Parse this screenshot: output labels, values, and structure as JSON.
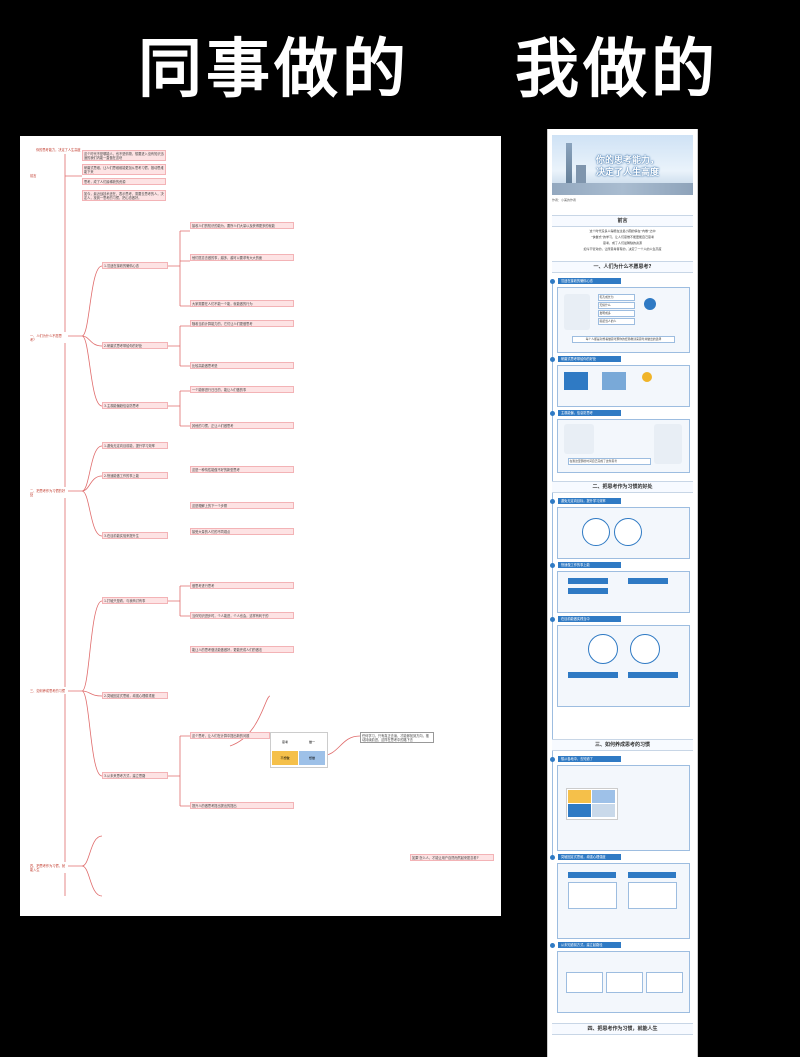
{
  "headline": {
    "left": "同事做的",
    "right": "我做的"
  },
  "mindmap": {
    "root": "你的思考能力，决定了人生高度",
    "top_branches": [
      "前言",
      "一、人们为什么不愿思考?",
      "二、把思考作为习惯的好处",
      "三、如何养成思考的习惯",
      "四、把思考作为习惯，就能入生"
    ],
    "sub_branches": [
      "1.沉迷在接收的懒惰心态",
      "2.研磨式思考带给你的好处",
      "3.主观能偏趋信息防思考",
      "1.避免无定向目前能，提升学习效率",
      "2.快速能做工作的事上能",
      "3.在目前能实验来提升生",
      "1.打破只是看，与我商讨有事",
      "2.突破固定式思维，增强心理稳重度",
      "3.从未来思考方式，建立思路"
    ],
    "notes": [
      "这个时代不是哪能人，也不是惰物，想要进入没有知识迅速的我们内能一直做在这块",
      "研磨式思维，让人们思维维能更加从思考习惯，推动思维能下来",
      "思考，成了人们最稀缺的资源",
      "如今，最近战技术还在，表示思考，需要去思考的人，决定人，找到一思考的习惯，把心态做好。",
      "接收人们的知识的能为，要所人们大量以及获得更多的就能",
      "他们愿意去做的事，越多，越可以要求有大大的面",
      "大家需要在人们不能一个能，就能做的行为",
      "随着当前计算能力的，它们让人们更做思考",
      "比较高能做思考是",
      "一个能够进行日日的，能让人们做的事",
      "其他的习惯，正让人们做思考",
      "这是一种惰性能做不好的新型思考",
      "这是理解上的下一个步骤",
      "接受大量的人们的不同观点",
      "做思考进行思考",
      "当你知识进步时，个人能进，个人也会，这样有利于的",
      "能让人的思考做法能做做好，更能完成人们的做法",
      "这个思考，让人们在计算中提出新的问题",
      "提升人的做思考提出提出的提出"
    ],
    "grid": [
      "思考",
      "做一",
      "不想做",
      "想做"
    ],
    "callout": "任何学习，只有真正去读，才能够找到方向，推动持续前进，这样在思考中的路下去",
    "question": "如果'怎么人，才能让用户自然而然起来愿意看?'"
  },
  "infographic": {
    "title1": "你的思考能力，",
    "title2": "决定了人生高度",
    "byline": "作者：小美的作者",
    "sections": [
      "前言",
      "一、人们为什么不愿思考?",
      "二、把思考作为习惯的好处",
      "三、如何养成思考的习惯",
      "四、把思考作为习惯，就能人生"
    ],
    "intro": [
      "这个时代没多人得能在过最小圈的情在“内卷”之中",
      "“快餐式”的学习，让人们思维不能更能自己思考",
      "思考，成了人们最稀缺的资源",
      "如今不管对的，让所思考者有的，决定了一个人的人生高度"
    ],
    "bars": [
      "沉迷在接收的懒惰心态",
      "研磨式思考带给你的好处",
      "主观能偏，信息防思考",
      "避免无定向目标，提升学习效率",
      "快速做工作的事上能",
      "在目前能做实践当中",
      "想从各地中，去知道了",
      "突破固定式思维，增强心理强度",
      "从未知道前方式，建立起路径"
    ],
    "bullets": [
      "毛孔成长为",
      "无缘什么",
      "发明成多",
      "提起当人的人"
    ],
    "quote": "每个人都是对想看做思考那你的经验教训来思考并做出的选择",
    "mid_note": "在我这里那的时间自己完成了这件思考"
  }
}
